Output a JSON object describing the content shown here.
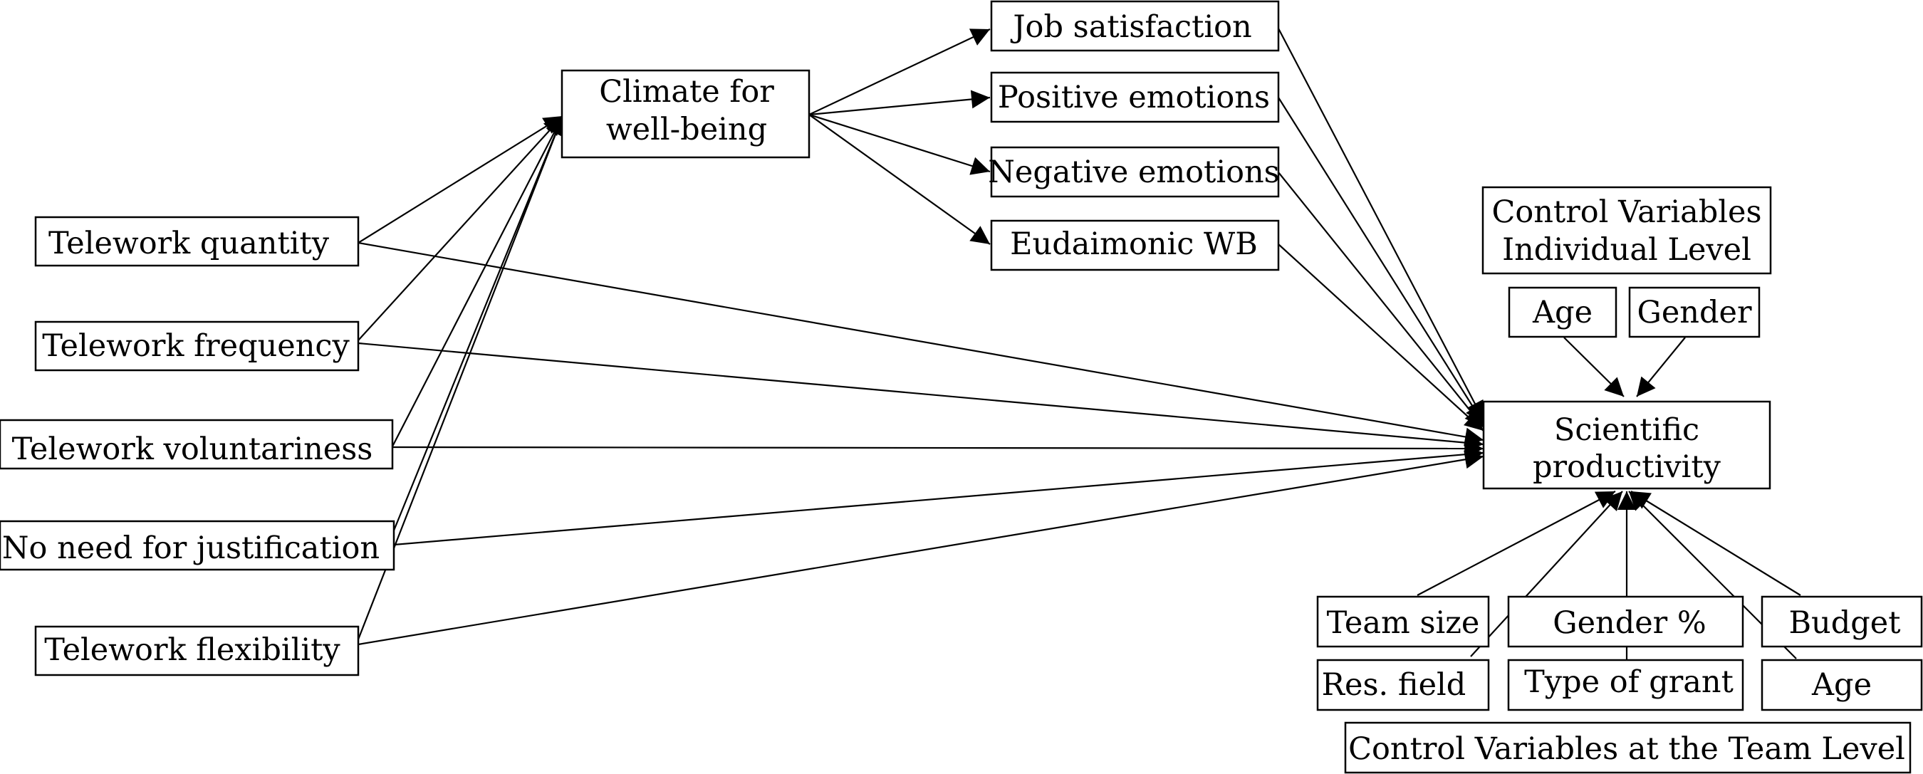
{
  "diagram": {
    "nodes": {
      "telework_quantity": {
        "label": "Telework quantity"
      },
      "telework_frequency": {
        "label": "Telework frequency"
      },
      "telework_voluntariness": {
        "label": "Telework voluntariness"
      },
      "no_need_justification": {
        "label": "No need for justification"
      },
      "telework_flexibility": {
        "label": "Telework flexibility"
      },
      "climate": {
        "label_line1": "Climate for",
        "label_line2": "well-being"
      },
      "job_satisfaction": {
        "label": "Job satisfaction"
      },
      "positive_emotions": {
        "label": "Positive emotions"
      },
      "negative_emotions": {
        "label": "Negative emotions"
      },
      "eudaimonic_wb": {
        "label": "Eudaimonic WB"
      },
      "control_individual": {
        "label_line1": "Control Variables",
        "label_line2": "Individual Level"
      },
      "age_individual": {
        "label": "Age"
      },
      "gender_individual": {
        "label": "Gender"
      },
      "scientific_productivity": {
        "label_line1": "Scientific",
        "label_line2": "productivity"
      },
      "team_size": {
        "label": "Team size"
      },
      "gender_percent": {
        "label": "Gender %"
      },
      "budget": {
        "label": "Budget"
      },
      "res_field": {
        "label": "Res. field"
      },
      "type_of_grant": {
        "label": "Type of grant"
      },
      "age_team": {
        "label": "Age"
      },
      "control_team": {
        "label": "Control Variables at the Team Level"
      }
    },
    "edges": [
      {
        "from": "telework_quantity",
        "to": "climate"
      },
      {
        "from": "telework_frequency",
        "to": "climate"
      },
      {
        "from": "telework_voluntariness",
        "to": "climate"
      },
      {
        "from": "no_need_justification",
        "to": "climate"
      },
      {
        "from": "telework_flexibility",
        "to": "climate"
      },
      {
        "from": "climate",
        "to": "job_satisfaction"
      },
      {
        "from": "climate",
        "to": "positive_emotions"
      },
      {
        "from": "climate",
        "to": "negative_emotions"
      },
      {
        "from": "climate",
        "to": "eudaimonic_wb"
      },
      {
        "from": "job_satisfaction",
        "to": "scientific_productivity"
      },
      {
        "from": "positive_emotions",
        "to": "scientific_productivity"
      },
      {
        "from": "negative_emotions",
        "to": "scientific_productivity"
      },
      {
        "from": "eudaimonic_wb",
        "to": "scientific_productivity"
      },
      {
        "from": "telework_quantity",
        "to": "scientific_productivity"
      },
      {
        "from": "telework_frequency",
        "to": "scientific_productivity"
      },
      {
        "from": "telework_voluntariness",
        "to": "scientific_productivity"
      },
      {
        "from": "no_need_justification",
        "to": "scientific_productivity"
      },
      {
        "from": "telework_flexibility",
        "to": "scientific_productivity"
      },
      {
        "from": "age_individual",
        "to": "scientific_productivity"
      },
      {
        "from": "gender_individual",
        "to": "scientific_productivity"
      },
      {
        "from": "team_size",
        "to": "scientific_productivity"
      },
      {
        "from": "res_field",
        "to": "scientific_productivity"
      },
      {
        "from": "gender_percent",
        "to": "scientific_productivity"
      },
      {
        "from": "type_of_grant",
        "to": "scientific_productivity"
      },
      {
        "from": "budget",
        "to": "scientific_productivity"
      },
      {
        "from": "age_team",
        "to": "scientific_productivity"
      }
    ]
  }
}
